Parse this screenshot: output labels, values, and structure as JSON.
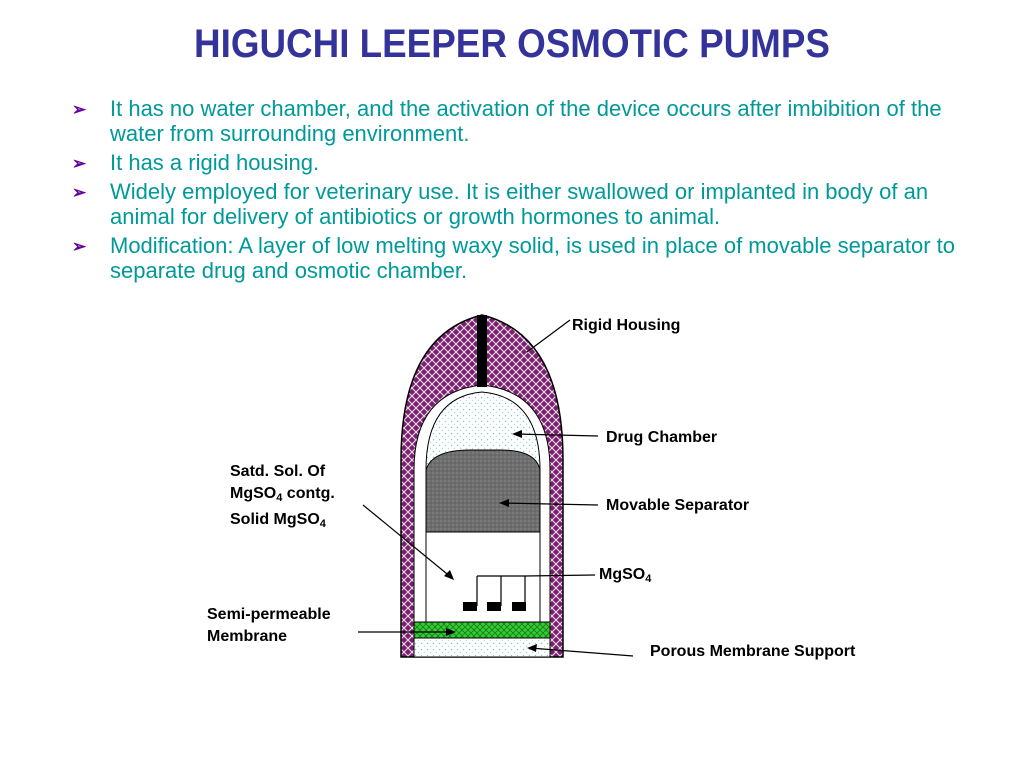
{
  "slide": {
    "title": "HIGUCHI LEEPER OSMOTIC PUMPS",
    "bullets": [
      "It has no water chamber, and the activation of the device occurs after imbibition of the water from surrounding environment.",
      "It has a rigid housing.",
      "Widely employed for veterinary use. It is either swallowed or implanted in body of an animal for delivery of antibiotics or growth hormones to animal.",
      "Modification: A layer of low melting waxy solid, is used in place of movable separator to separate drug and osmotic chamber."
    ],
    "bullet_glyph": "➢"
  },
  "diagram": {
    "labels": {
      "rigid_housing": "Rigid Housing",
      "drug_chamber": "Drug Chamber",
      "movable_separator": "Movable Separator",
      "mgso4_main": "MgSO",
      "mgso4_sub": "4",
      "satd_line1": "Satd. Sol. Of",
      "satd_line2_main": "MgSO",
      "satd_line2_sub": "4",
      "satd_line2_rest": " contg.",
      "satd_line3_main": "Solid MgSO",
      "satd_line3_sub": "4",
      "semi_line1": "Semi-permeable",
      "semi_line2": "Membrane",
      "porous_support": "Porous Membrane Support"
    },
    "colors": {
      "title": "#333399",
      "bullet_text": "#009999",
      "bullet_arrow": "#660099",
      "housing": "#7a1f6e",
      "drug_chamber": "#dff3f3",
      "separator": "#777777",
      "membrane": "#33cc33"
    }
  }
}
